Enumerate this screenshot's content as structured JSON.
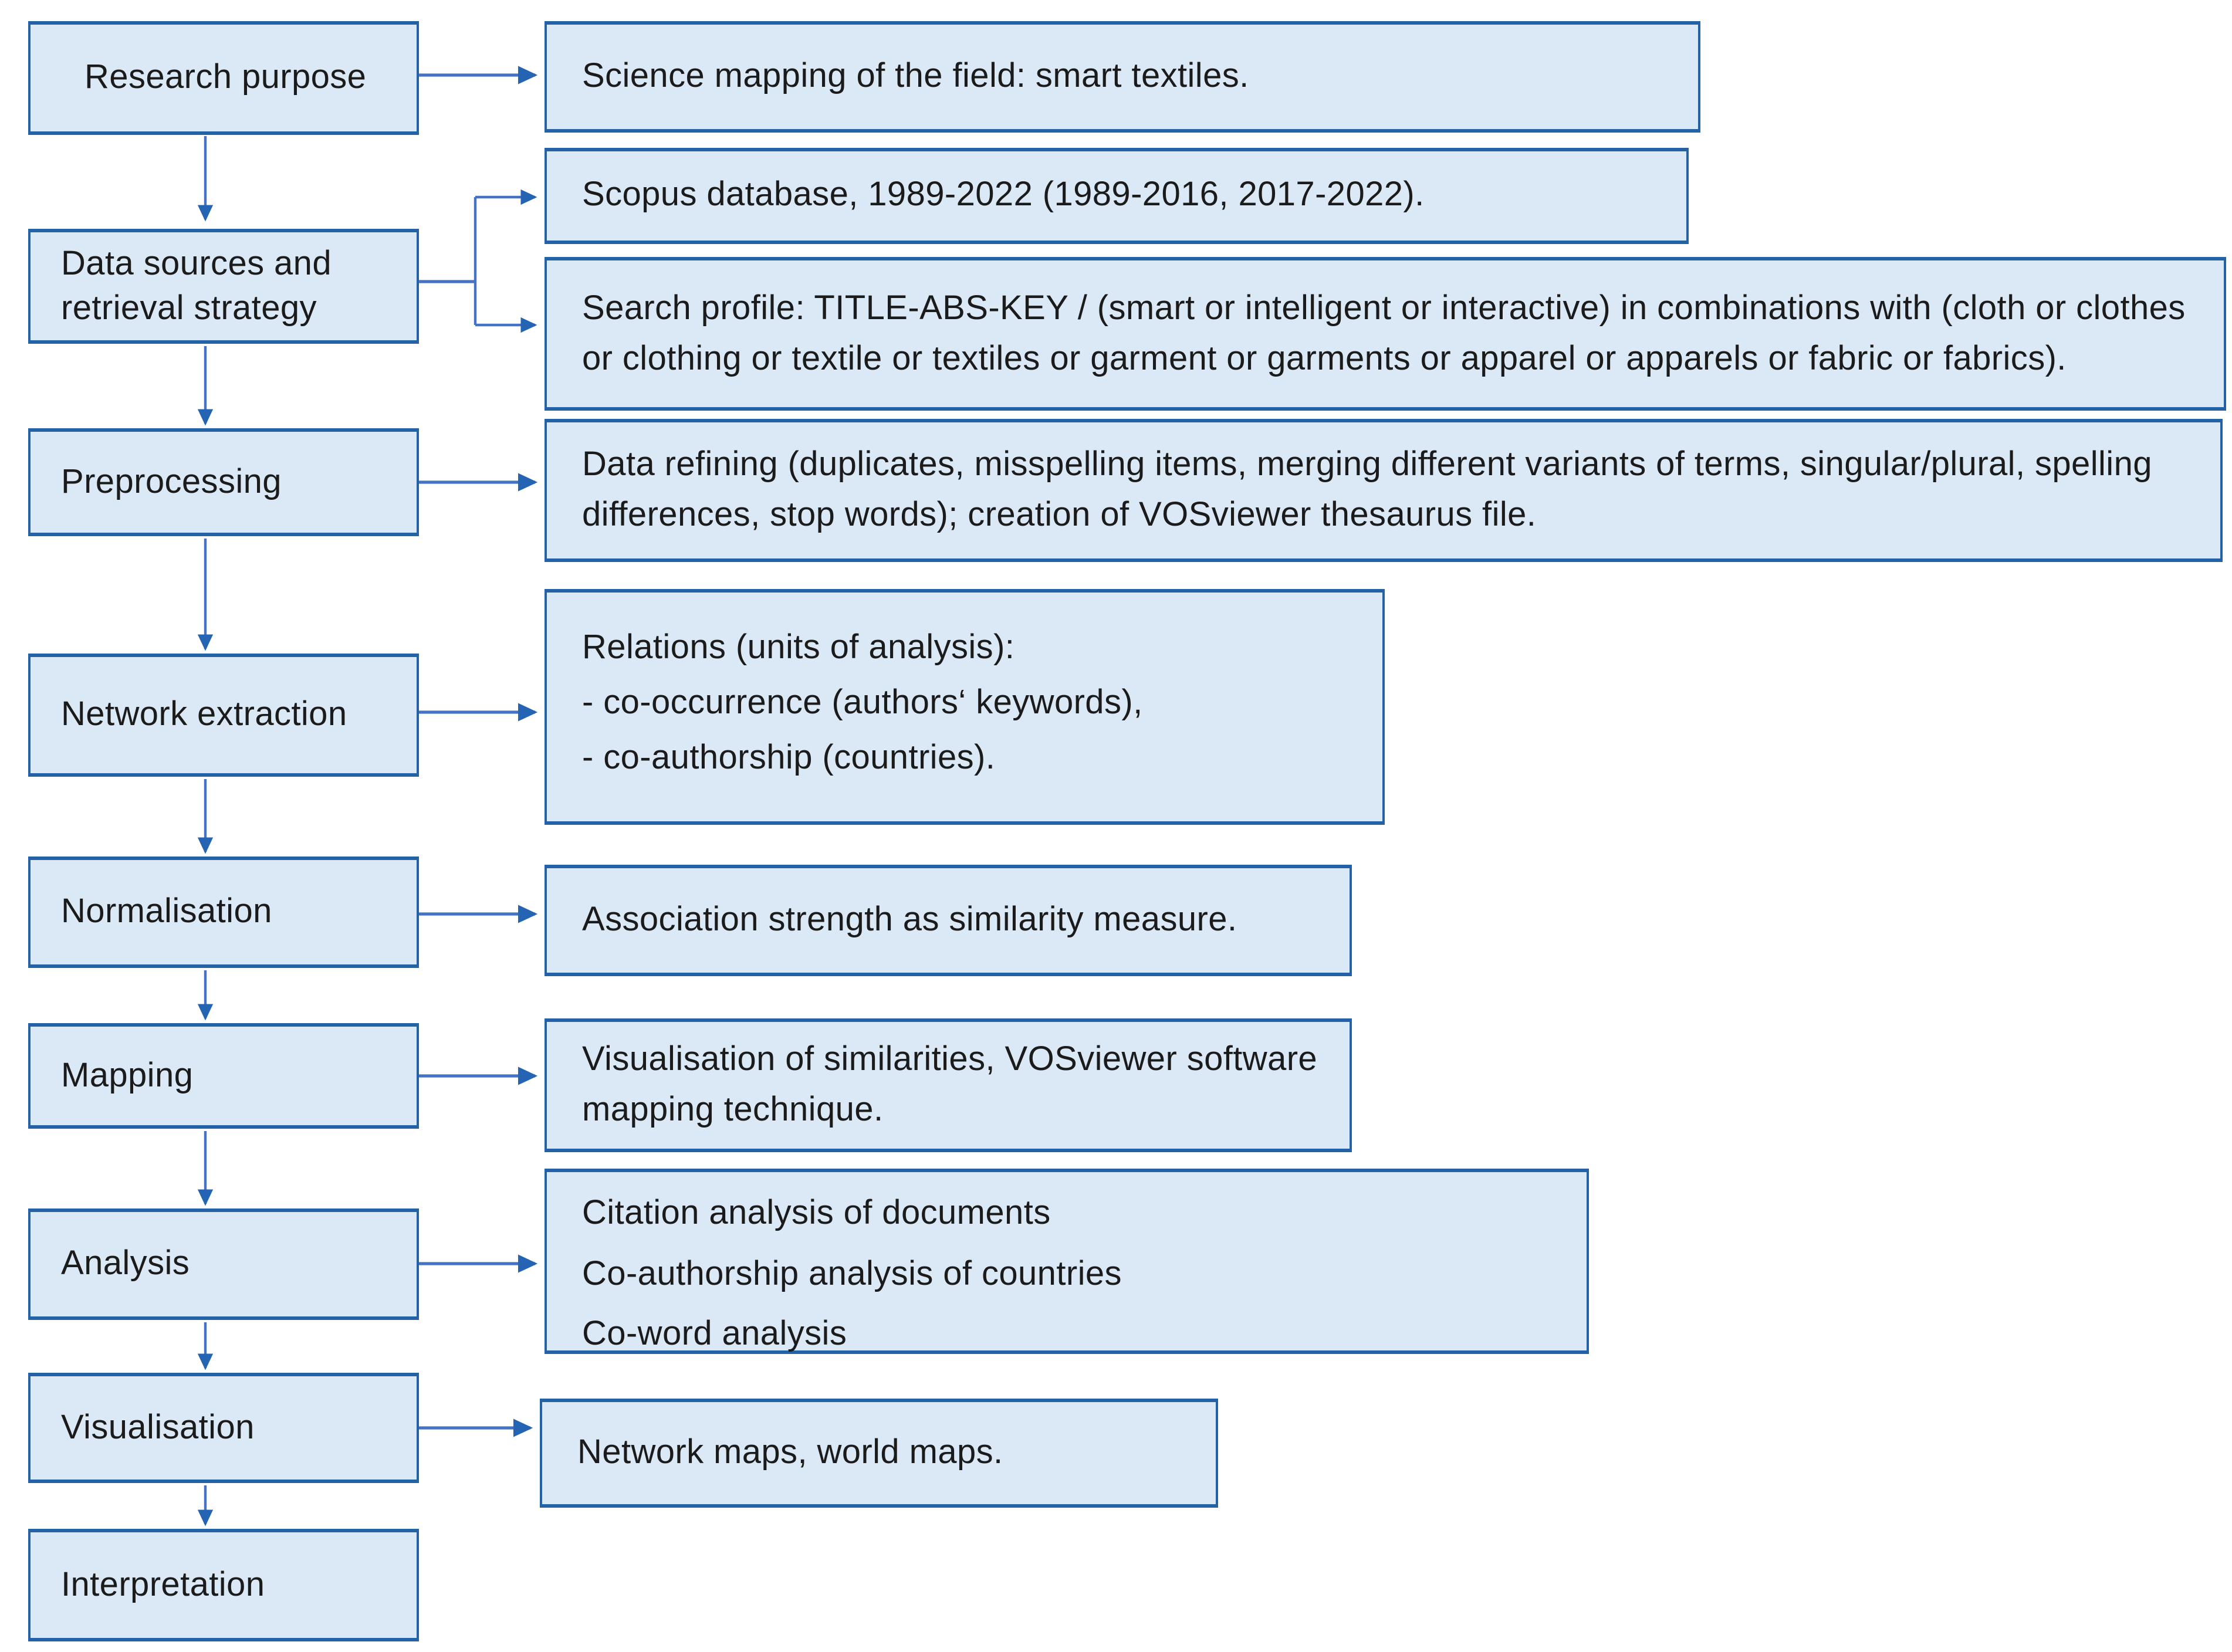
{
  "diagram": {
    "type": "flowchart",
    "steps": [
      {
        "label": "Research purpose"
      },
      {
        "label": "Data sources and retrieval strategy"
      },
      {
        "label": "Preprocessing"
      },
      {
        "label": "Network extraction"
      },
      {
        "label": "Normalisation"
      },
      {
        "label": "Mapping"
      },
      {
        "label": "Analysis"
      },
      {
        "label": "Visualisation"
      },
      {
        "label": "Interpretation"
      }
    ],
    "outputs": {
      "research_purpose": "Science mapping of the field: smart textiles.",
      "data_sources_database": "Scopus database, 1989-2022 (1989-2016, 2017-2022).",
      "data_sources_search": "Search profile: TITLE-ABS-KEY / (smart or intelligent or interactive)  in combinations with (cloth or clothes or clothing or textile or textiles or garment or garments or apparel or apparels or fabric or fabrics).",
      "preprocessing": "Data refining (duplicates, misspelling items, merging different variants of terms, singular/plural, spelling differences, stop words); creation of VOSviewer thesaurus file.",
      "network_extraction": [
        "Relations (units of analysis):",
        "- co-occurrence (authors‘ keywords),",
        "- co-authorship (countries)."
      ],
      "normalisation": "Association strength as similarity measure.",
      "mapping": "Visualisation of similarities, VOSviewer software mapping technique.",
      "analysis": [
        "Citation analysis of documents",
        "Co-authorship analysis of countries",
        "Co-word analysis"
      ],
      "visualisation": "Network maps, world maps."
    },
    "colors": {
      "box_fill": "#dbe8f5",
      "box_border": "#2462a6",
      "arrow_line": "#4472c4",
      "arrow_head": "#2563b3",
      "text": "#1b1b1b",
      "background": "#ffffff"
    }
  }
}
